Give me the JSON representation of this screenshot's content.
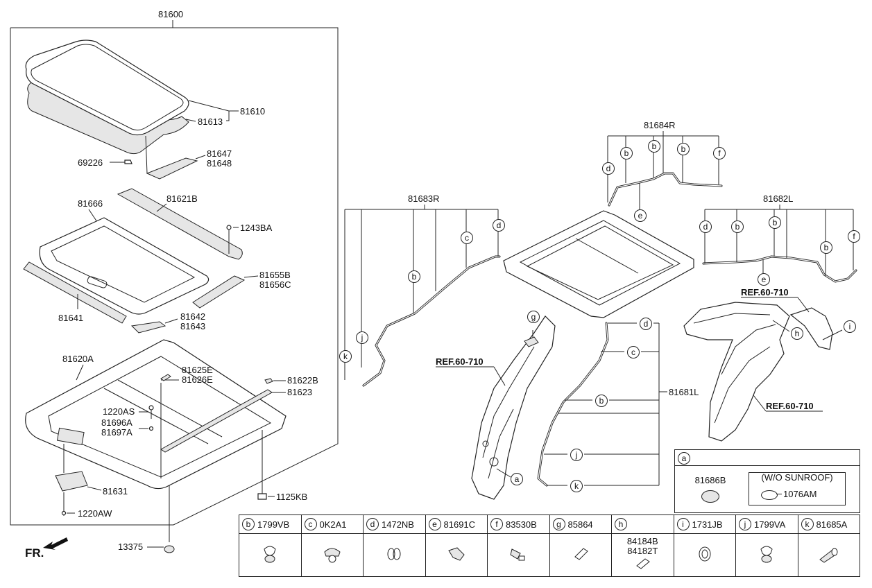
{
  "assembly": {
    "main": "81600",
    "glass_a": "81610",
    "glass_b": "81613",
    "screw": "69226",
    "bracket_1": "81647",
    "bracket_2": "81648",
    "frame_cover": "81666",
    "deflector": "81621B",
    "bolt": "1243BA",
    "guide_1": "81655B",
    "guide_2": "81656C",
    "weatherstrip": "81641",
    "cover_1": "81642",
    "cover_2": "81643",
    "frame": "81620A",
    "frame_part_1": "81625E",
    "frame_part_2": "81626E",
    "clip_1": "81622B",
    "rail": "81623",
    "bolt_2": "1220AS",
    "bolt_3": "81696A",
    "bolt_4": "81697A",
    "motor": "81631",
    "bolt_5": "1220AW",
    "nut": "1125KB",
    "grommet": "13375"
  },
  "hoses": {
    "front_left": "81683R",
    "rear_right": "81684R",
    "rear_left": "81682L",
    "pillar": "81681L"
  },
  "refs": {
    "ref_a": "REF.60-710",
    "ref_b": "REF.60-710",
    "ref_c": "REF.60-710"
  },
  "front_label": "FR.",
  "legend_a": {
    "letter": "a",
    "part": "81686B",
    "note": "(W/O SUNROOF)",
    "alt_part": "1076AM"
  },
  "legend_table": [
    {
      "letter": "b",
      "part": "1799VB"
    },
    {
      "letter": "c",
      "part": "0K2A1"
    },
    {
      "letter": "d",
      "part": "1472NB"
    },
    {
      "letter": "e",
      "part": "81691C"
    },
    {
      "letter": "f",
      "part": "83530B"
    },
    {
      "letter": "g",
      "part": "85864"
    },
    {
      "letter": "h",
      "part": "84184B",
      "part2": "84182T"
    },
    {
      "letter": "i",
      "part": "1731JB"
    },
    {
      "letter": "j",
      "part": "1799VA"
    },
    {
      "letter": "k",
      "part": "81685A"
    }
  ]
}
